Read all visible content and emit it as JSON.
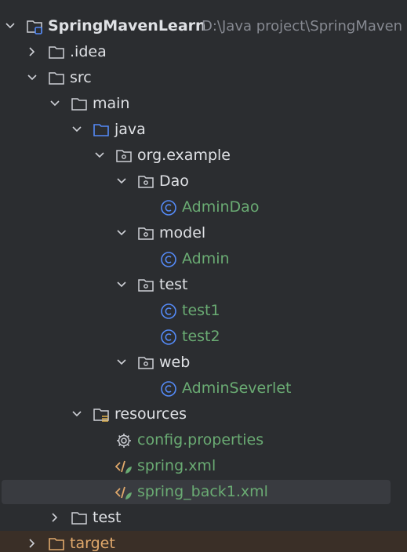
{
  "project": {
    "name": "SpringMavenLearn",
    "path": "D:\\Java project\\SpringMaven"
  },
  "colors": {
    "background": "#2b2d30",
    "text": "#dfe1e5",
    "class_file": "#6aab73",
    "excluded": "#e0a86b",
    "folder_icon": "#ced0d6",
    "source_root_icon": "#548af7",
    "excluded_icon": "#e0a86b",
    "class_icon": "#548af7"
  },
  "tree": [
    {
      "id": "project",
      "label": "SpringMavenLearn",
      "level": 0,
      "chevron": "down",
      "icon": "project-folder-icon"
    },
    {
      "id": "idea",
      "label": ".idea",
      "level": 1,
      "chevron": "right",
      "icon": "folder-icon"
    },
    {
      "id": "src",
      "label": "src",
      "level": 1,
      "chevron": "down",
      "icon": "folder-icon"
    },
    {
      "id": "main",
      "label": "main",
      "level": 2,
      "chevron": "down",
      "icon": "folder-icon"
    },
    {
      "id": "java",
      "label": "java",
      "level": 3,
      "chevron": "down",
      "icon": "source-root-folder-icon"
    },
    {
      "id": "org-example",
      "label": "org.example",
      "level": 4,
      "chevron": "down",
      "icon": "package-icon"
    },
    {
      "id": "dao",
      "label": "Dao",
      "level": 5,
      "chevron": "down",
      "icon": "package-icon"
    },
    {
      "id": "admindao",
      "label": "AdminDao",
      "level": 6,
      "chevron": "none",
      "icon": "class-icon"
    },
    {
      "id": "model",
      "label": "model",
      "level": 5,
      "chevron": "down",
      "icon": "package-icon"
    },
    {
      "id": "admin",
      "label": "Admin",
      "level": 6,
      "chevron": "none",
      "icon": "class-icon"
    },
    {
      "id": "test-pkg",
      "label": "test",
      "level": 5,
      "chevron": "down",
      "icon": "package-icon"
    },
    {
      "id": "test1",
      "label": "test1",
      "level": 6,
      "chevron": "none",
      "icon": "class-icon"
    },
    {
      "id": "test2",
      "label": "test2",
      "level": 6,
      "chevron": "none",
      "icon": "class-icon"
    },
    {
      "id": "web",
      "label": "web",
      "level": 5,
      "chevron": "down",
      "icon": "package-icon"
    },
    {
      "id": "adminseverlet",
      "label": "AdminSeverlet",
      "level": 6,
      "chevron": "none",
      "icon": "class-icon"
    },
    {
      "id": "resources",
      "label": "resources",
      "level": 3,
      "chevron": "down",
      "icon": "resources-folder-icon"
    },
    {
      "id": "config",
      "label": "config.properties",
      "level": 4,
      "chevron": "none",
      "icon": "settings-gear-icon"
    },
    {
      "id": "spring-xml",
      "label": "spring.xml",
      "level": 4,
      "chevron": "none",
      "icon": "spring-xml-icon"
    },
    {
      "id": "spring-back1",
      "label": "spring_back1.xml",
      "level": 4,
      "chevron": "none",
      "icon": "spring-xml-icon",
      "selected": true
    },
    {
      "id": "test-dir",
      "label": "test",
      "level": 2,
      "chevron": "right",
      "icon": "folder-icon"
    },
    {
      "id": "target",
      "label": "target",
      "level": 1,
      "chevron": "right",
      "icon": "excluded-folder-icon",
      "excluded": true
    }
  ]
}
